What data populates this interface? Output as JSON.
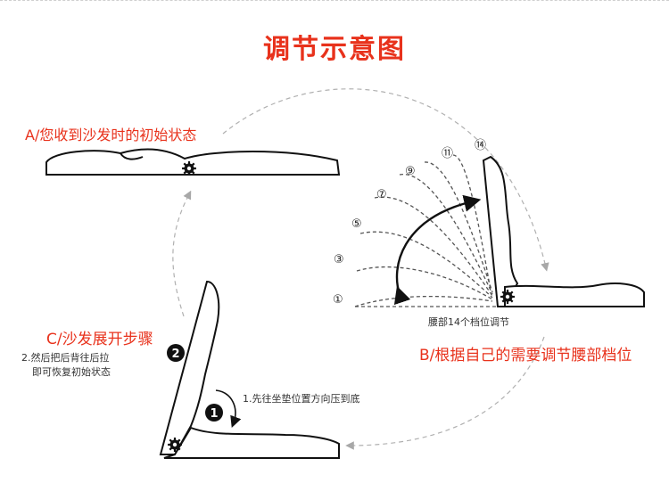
{
  "title": "调节示意图",
  "colors": {
    "accent": "#e8321c",
    "line": "#111111",
    "dash": "#b0b0b0"
  },
  "state_a": {
    "label": "A/您收到沙发时的初始状态"
  },
  "state_b": {
    "label": "B/根据自己的需要调节腰部档位",
    "lumbar_caption": "腰部14个档位调节",
    "gear_markers": [
      "①",
      "③",
      "⑤",
      "⑦",
      "⑨",
      "⑪",
      "⑭"
    ]
  },
  "state_c": {
    "label": "C/沙发展开步骤",
    "step_1": {
      "badge": "1",
      "text": "1.先往坐垫位置方向压到底"
    },
    "step_2": {
      "badge": "2",
      "text_line_1": "2.然后把后背往后拉",
      "text_line_2": "即可恢复初始状态"
    }
  },
  "icons": [
    "hinge-gear-icon",
    "curved-arrow-icon",
    "dashed-cycle-arrow-icon"
  ]
}
